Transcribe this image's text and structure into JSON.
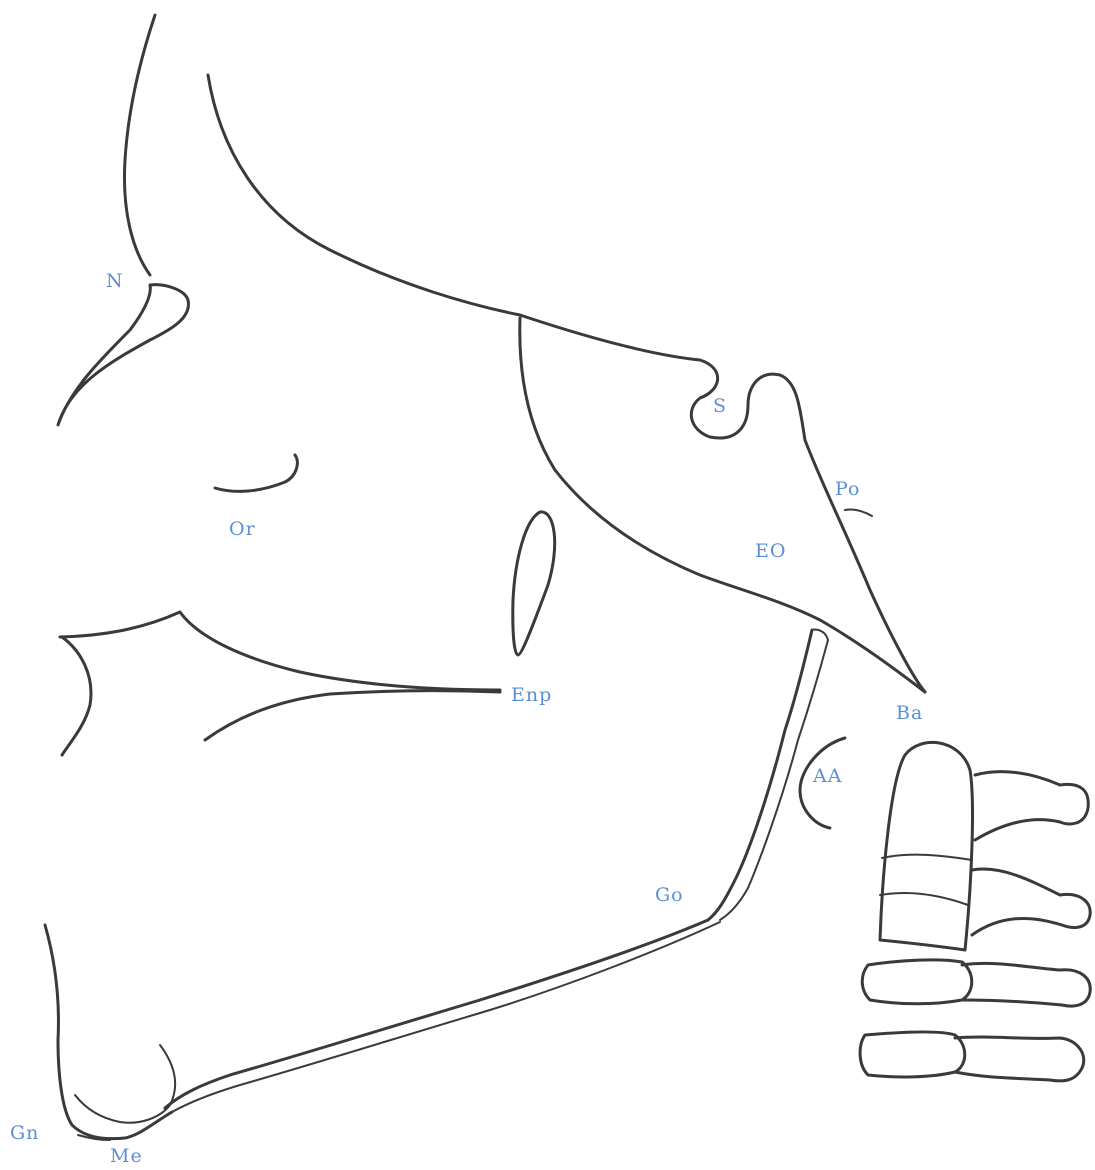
{
  "landmarks": {
    "N": "N",
    "S": "S",
    "Or": "Or",
    "Po": "Po",
    "EO": "EO",
    "Enp": "Enp",
    "Ba": "Ba",
    "AA": "AA",
    "Go": "Go",
    "Gn": "Gn",
    "Me": "Me"
  },
  "colors": {
    "trace": "#3a3a3a",
    "label": "#5b8fd6",
    "background": "#ffffff"
  }
}
